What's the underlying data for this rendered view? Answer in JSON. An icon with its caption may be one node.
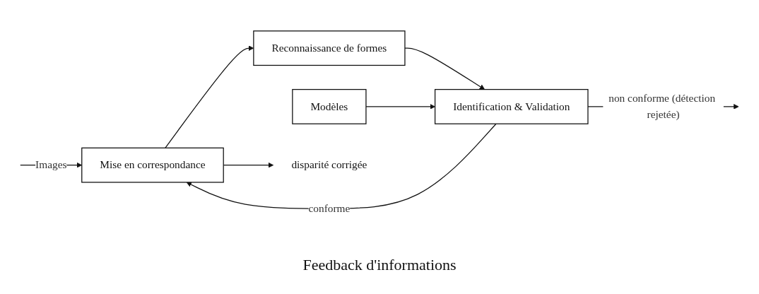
{
  "diagram": {
    "caption": "Feedback d'informations",
    "nodes": [
      {
        "text": [
          "Mise en correspondance"
        ]
      },
      {
        "text": [
          "Reconnaissance de formes"
        ]
      },
      {
        "text": [
          "Identification & Validation"
        ]
      },
      {
        "text": [
          "Modèles"
        ]
      },
      {
        "text": [
          "disparité corrigée"
        ]
      }
    ],
    "edges": [
      {
        "from": null,
        "to": 0,
        "arrow": "to",
        "label": "Images"
      },
      {
        "from": 0,
        "to": 1,
        "arrow": "to"
      },
      {
        "from": 0,
        "to": 4,
        "arrow": "to"
      },
      {
        "from": 1,
        "to": 2,
        "arrow": "to"
      },
      {
        "from": 3,
        "to": 2,
        "arrow": "to"
      },
      {
        "from": 2,
        "to": null,
        "arrow": "to",
        "label": "non conforme (détection rejetée)"
      },
      {
        "from": 2,
        "to": 0,
        "arrow": "to",
        "label": "conforme"
      }
    ]
  }
}
